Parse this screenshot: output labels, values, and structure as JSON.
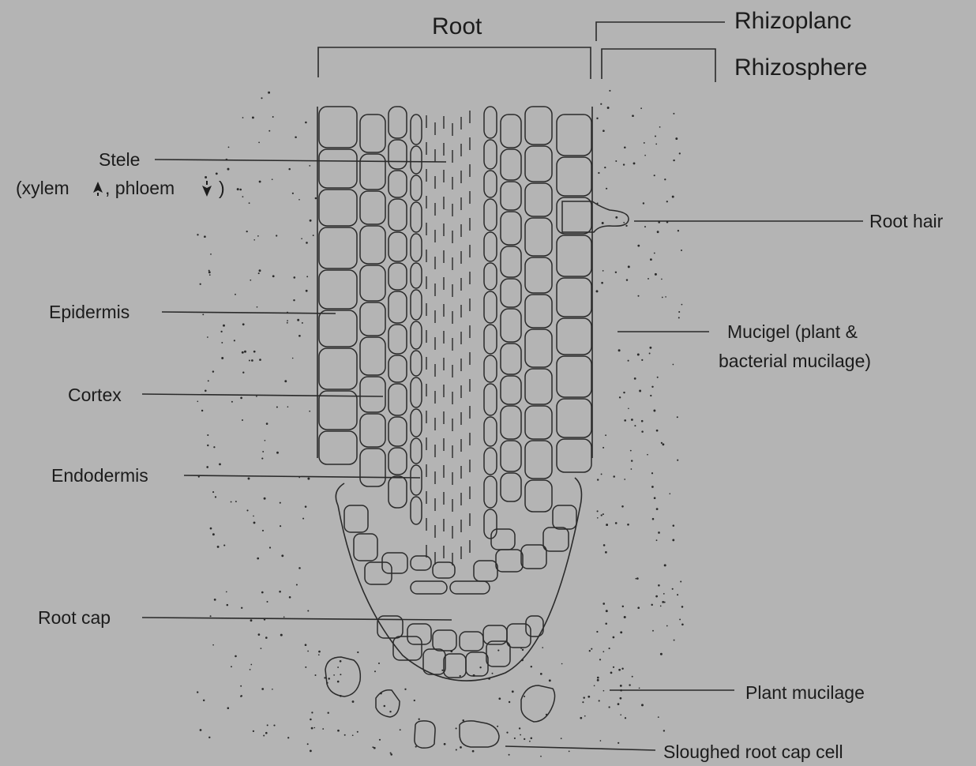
{
  "diagram": {
    "headers": {
      "root": "Root",
      "rhizoplane": "Rhizoplanc",
      "rhizosphere": "Rhizosphere"
    },
    "labels": {
      "stele": "Stele",
      "stele_sub_prefix": "(xylem ",
      "stele_sub_mid": ", phloem ",
      "stele_sub_end": " )",
      "epidermis": "Epidermis",
      "cortex": "Cortex",
      "endodermis": "Endodermis",
      "root_cap": "Root cap",
      "root_hair": "Root  hair",
      "mucigel_line1": "Mucigel  (plant  &",
      "mucigel_line2": "bacterial mucilage)",
      "plant_mucilage": "Plant mucilage",
      "sloughed": "Sloughed root cap cell"
    },
    "colors": {
      "background": "#b4b4b4",
      "ink": "#1c1c1c"
    }
  }
}
